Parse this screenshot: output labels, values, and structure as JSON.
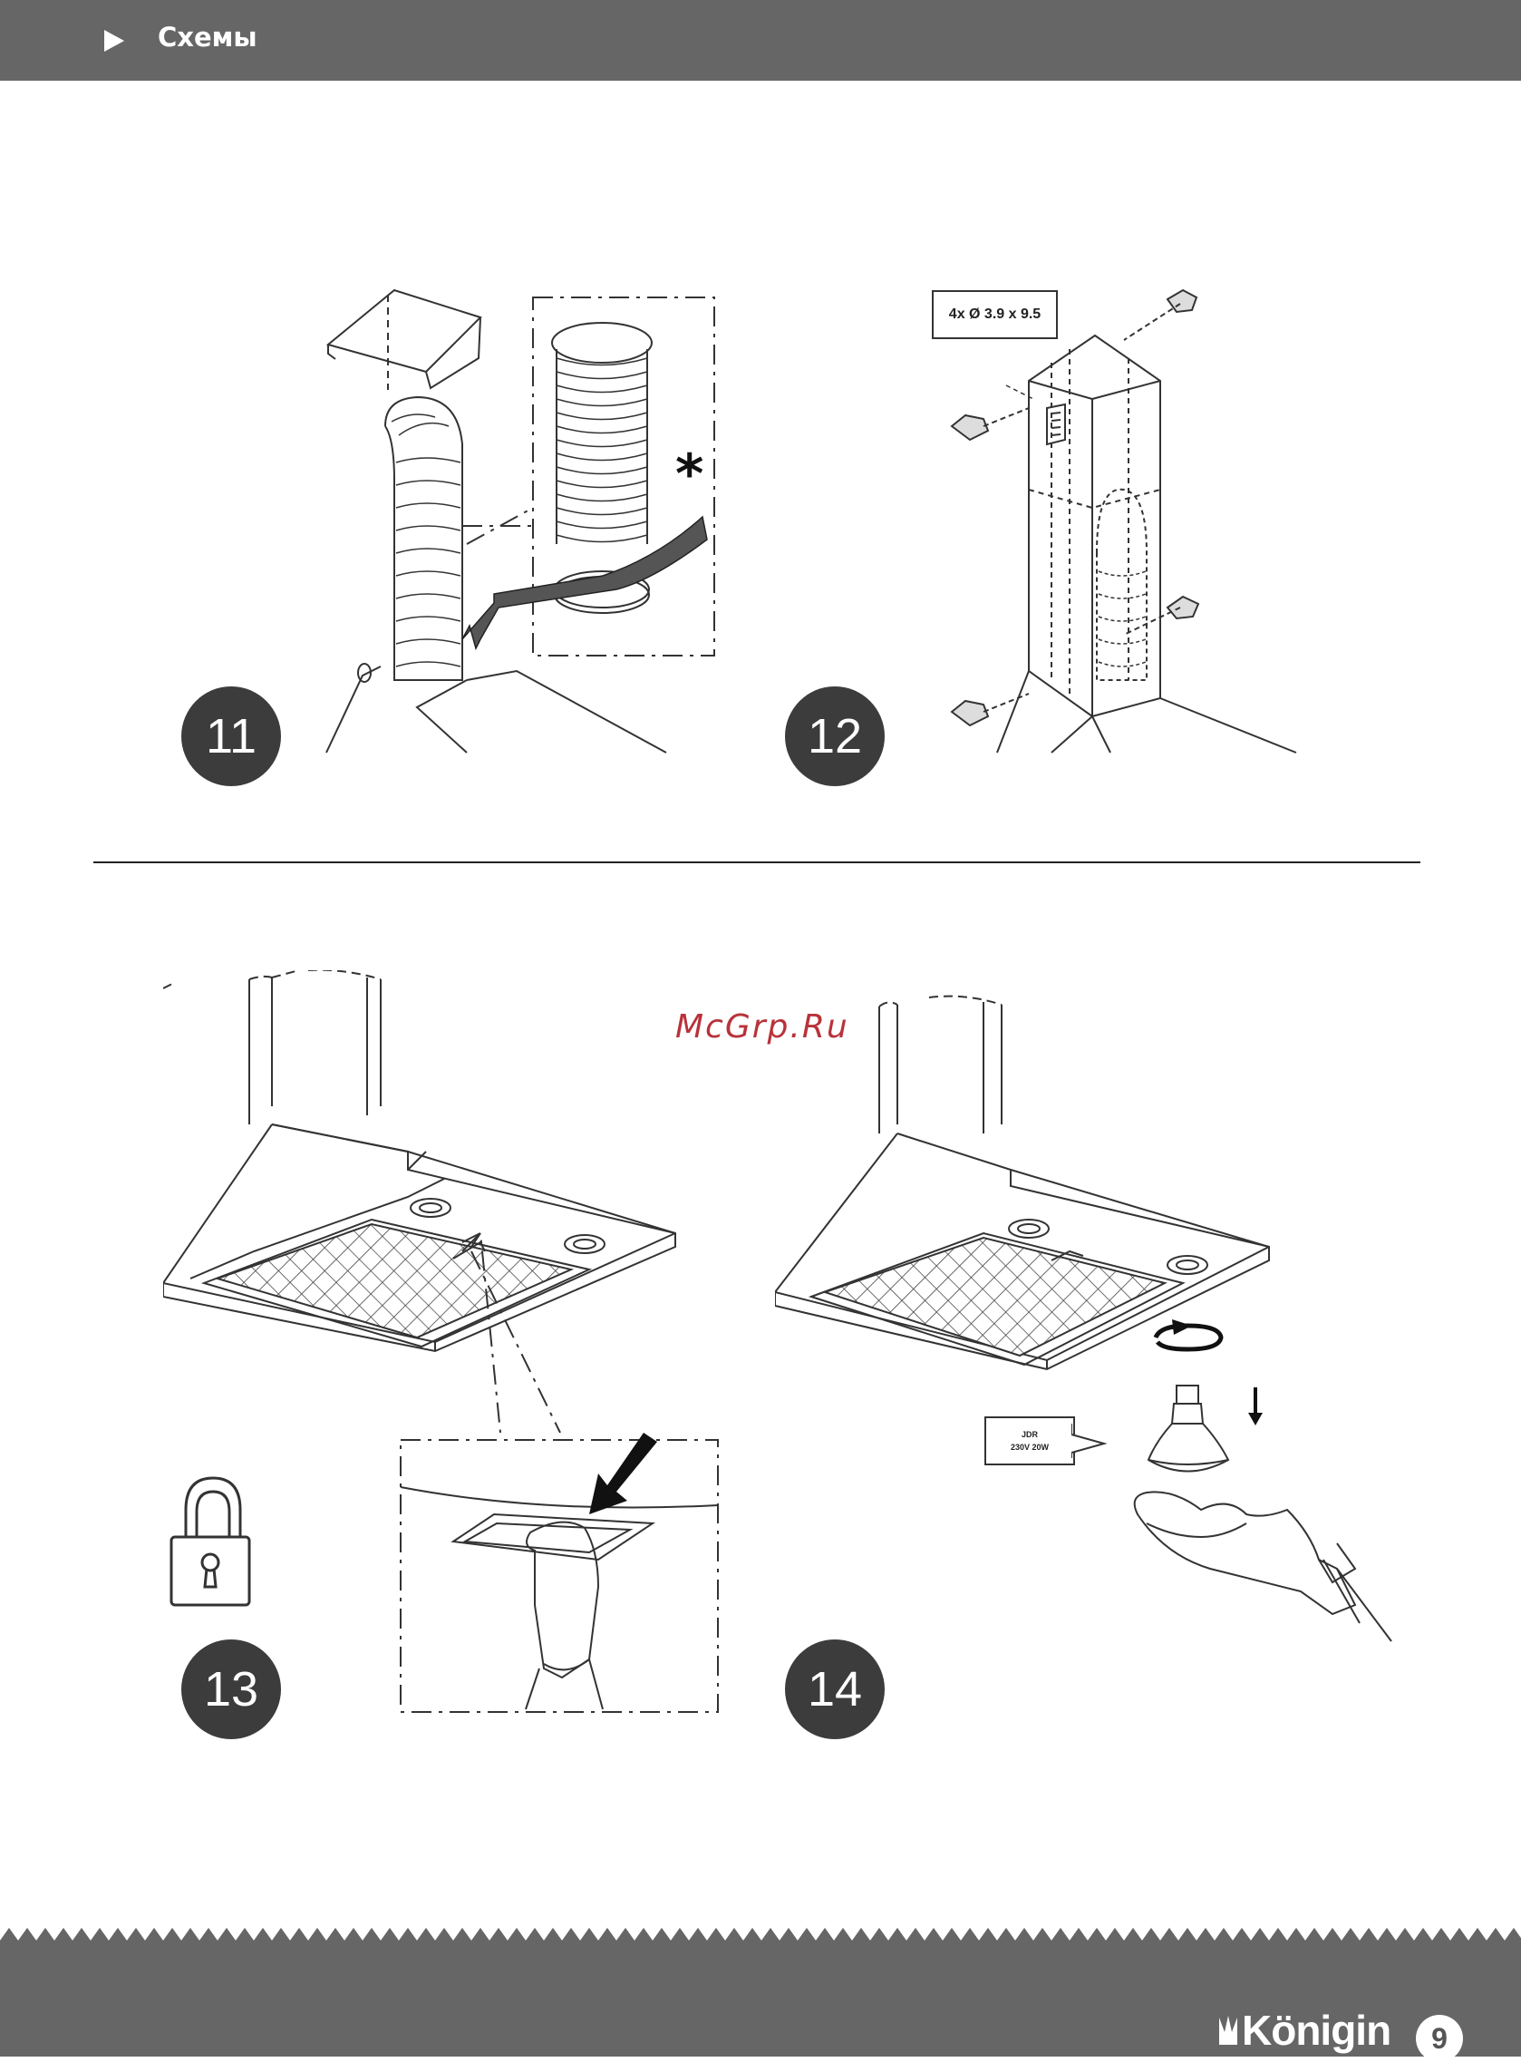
{
  "header": {
    "title": "Схемы"
  },
  "steps": [
    {
      "number": "11"
    },
    {
      "number": "12"
    },
    {
      "number": "13"
    },
    {
      "number": "14"
    }
  ],
  "callouts": {
    "screws": "4x Ø 3.9 x 9.5",
    "lamp_type": "JDR",
    "lamp_rating": "230V 20W",
    "asterisk": "*"
  },
  "watermark": "McGrp.Ru",
  "footer": {
    "brand": "Königin",
    "page_number": "9"
  },
  "colors": {
    "header_bg": "#666666",
    "badge_bg": "#3c3c3c",
    "watermark": "#b8323a"
  }
}
